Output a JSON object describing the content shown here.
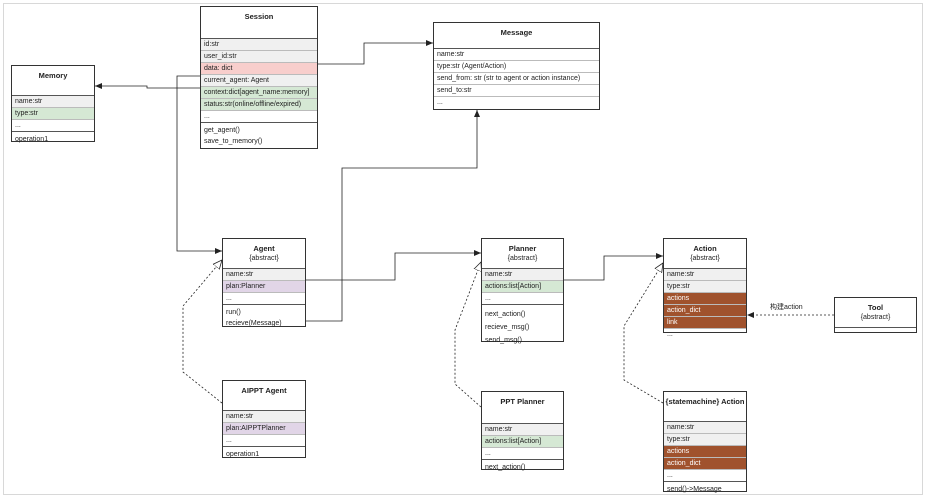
{
  "colors": {
    "red_row": "#f8cecc",
    "green_row": "#d5e8d4",
    "purple_row": "#e1d5e7",
    "brown_row": "#a0522d",
    "gray_row": "#f0f0f0"
  },
  "session": {
    "title": "Session",
    "attributes": [
      "id:str",
      "user_id:str",
      "data: dict",
      "current_agent: Agent",
      "context:dict[agent_name:memory]",
      "status:str(online/offline/expired)",
      "..."
    ],
    "methods": [
      "get_agent()",
      "save_to_memory()"
    ]
  },
  "memory": {
    "title": "Memory",
    "attributes": [
      "name:str",
      "type:str",
      "..."
    ],
    "methods": [
      "operation1"
    ]
  },
  "message": {
    "title": "Message",
    "attributes": [
      "name:str",
      "type:str (Agent/Action)",
      "send_from: str (str to agent or  action instance)",
      "send_to:str",
      "..."
    ]
  },
  "agent": {
    "title": "Agent",
    "stereotype": "{abstract}",
    "attributes": [
      "name:str",
      "plan:Planner",
      "..."
    ],
    "methods": [
      "run()",
      "recieve(Message)"
    ]
  },
  "aippt_agent": {
    "title": "AIPPT Agent",
    "attributes": [
      "name:str",
      "plan:AIPPTPlanner",
      "..."
    ],
    "methods": [
      "operation1"
    ]
  },
  "planner": {
    "title": "Planner",
    "stereotype": "{abstract}",
    "attributes": [
      "name:str",
      "actions:list[Action]",
      "..."
    ],
    "methods": [
      "next_action()",
      "recieve_msg()",
      "send_msg()"
    ]
  },
  "ppt_planner": {
    "title": "PPT Planner",
    "attributes": [
      "name:str",
      "actions:list[Action]",
      "..."
    ],
    "methods": [
      "next_action()"
    ]
  },
  "action": {
    "title": "Action",
    "stereotype": "{abstract}",
    "attributes": [
      "name:str",
      "type:str",
      "actions",
      "action_dict",
      "link",
      "..."
    ]
  },
  "sm_action": {
    "title": "{statemachine} Action",
    "attributes": [
      "name:str",
      "type:str",
      "actions",
      "action_dict",
      "..."
    ],
    "methods": [
      "send()->Message"
    ]
  },
  "tool": {
    "title": "Tool",
    "stereotype": "{abstract}"
  },
  "edges": {
    "tool_action_label": "构建action"
  }
}
